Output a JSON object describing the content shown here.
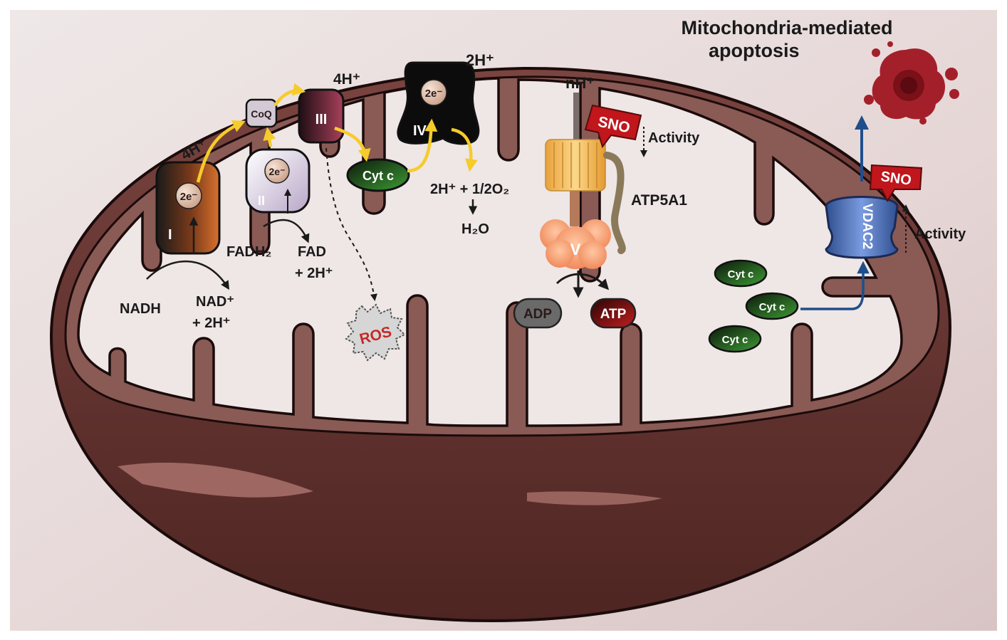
{
  "title": {
    "line1": "Mitochondria-mediated",
    "line2": "apoptosis"
  },
  "complexes": {
    "I": "I",
    "II": "II",
    "III": "III",
    "IV": "IV",
    "V": "V"
  },
  "electrons": {
    "c1": "2e⁻",
    "c2": "2e⁻",
    "c4": "2e⁻"
  },
  "coq": "CoQ",
  "cytc": {
    "main": "Cyt c",
    "free1": "Cyt c",
    "free2": "Cyt c",
    "free3": "Cyt c"
  },
  "protons": {
    "p1": "4H⁺",
    "p3": "4H⁺",
    "p4": "2H⁺",
    "p5": "nH⁺"
  },
  "reactions": {
    "nadh": "NADH",
    "nad1": "NAD⁺",
    "nad2": "+ 2H⁺",
    "fadh2": "FADH₂",
    "fad1": "FAD",
    "fad2": "+ 2H⁺",
    "water1": "2H⁺ + 1/2O₂",
    "water2": "H₂O"
  },
  "ros": "ROS",
  "atp_synthase": {
    "adp": "ADP",
    "atp": "ATP",
    "subunit": "ATP5A1"
  },
  "sno": {
    "s1": "SNO",
    "s2": "SNO"
  },
  "activity": {
    "a1": "Activity",
    "a2": "Activity"
  },
  "vdac": "VDAC2",
  "colors": {
    "outer_membrane": "#6e3a36",
    "matrix": "#efe6e6",
    "cristae": "#8a5a55",
    "electron_path": "#f5cc2a",
    "blue_arrow": "#1f4e8c",
    "sno_red": "#c0161c",
    "cytc_green": "#2f7a2b",
    "apoptotic_body": "#a3202a"
  },
  "icons": [
    "ros-burst-icon",
    "apoptotic-cell-icon",
    "sno-tag-icon"
  ]
}
